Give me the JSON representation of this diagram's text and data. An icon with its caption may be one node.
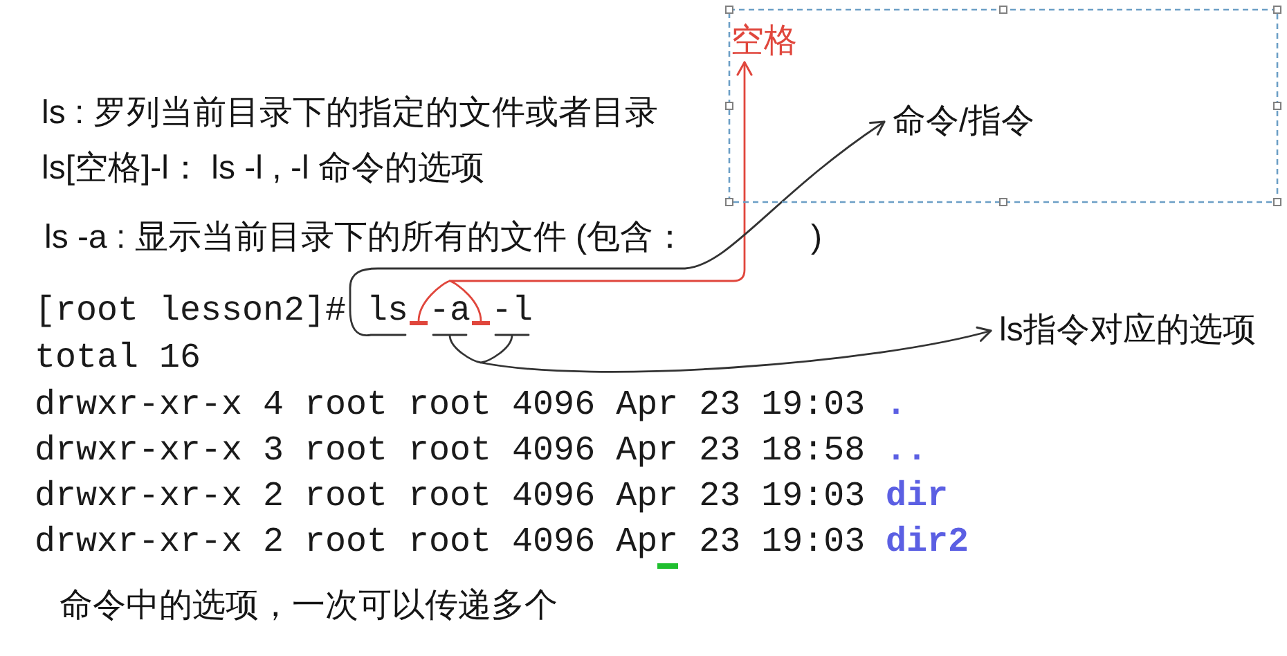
{
  "diagram": {
    "nodes": [
      {
        "text": [],
        "shape": "box"
      },
      {
        "text": [
          "空格"
        ],
        "in": 0
      },
      {
        "text": [
          "命令/指令"
        ],
        "in": 0
      },
      {
        "text": [
          "ls"
        ]
      },
      {
        "text": [],
        "shape": "bar"
      },
      {
        "text": [
          "-a"
        ]
      },
      {
        "text": [],
        "shape": "bar"
      },
      {
        "text": [
          "-l"
        ]
      },
      {
        "text": [
          "ls指令对应的选项"
        ]
      }
    ],
    "edges": [
      {
        "from": 4,
        "to": 1,
        "arrow": "to",
        "color": "#e0463c"
      },
      {
        "from": 6,
        "to": 1,
        "arrow": "to",
        "color": "#e0463c"
      },
      {
        "from": 3,
        "to": 2,
        "arrow": "to"
      },
      {
        "from": 5,
        "to": 8,
        "arrow": "to"
      },
      {
        "from": 7,
        "to": 8,
        "arrow": "to"
      }
    ],
    "labels": [
      "ls : 罗列当前目录下的指定的文件或者目录",
      "ls[空格]-l： ls -l , -l 命令的选项",
      "ls -a : 显示当前目录下的所有的文件 (包含：",
      ")",
      "[root lesson2]#",
      "total 16",
      "drwxr-xr-x 4 root root 4096 Apr 23 19:03",
      ".",
      "drwxr-xr-x 3 root root 4096 Apr 23 18:58",
      "..",
      "drwxr-xr-x 2 root root 4096 Apr 23 19:03",
      "dir",
      "drwxr-xr-x 2 root root 4096 Apr 23 19:03",
      "dir2",
      "命令中的选项，一次可以传递多个"
    ]
  }
}
